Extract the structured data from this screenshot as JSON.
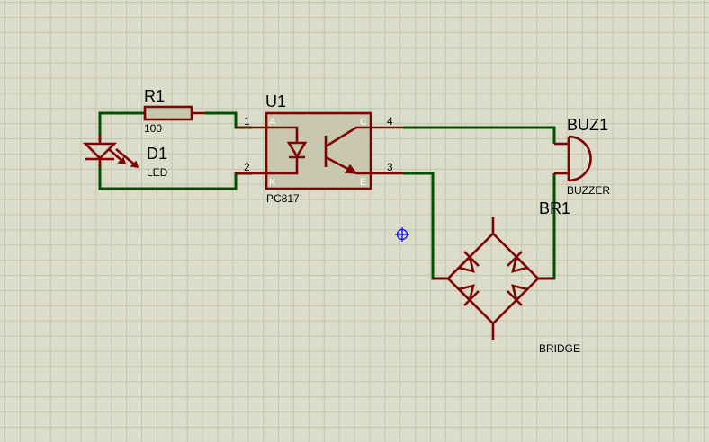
{
  "components": {
    "r1": {
      "ref": "R1",
      "value": "100"
    },
    "d1": {
      "ref": "D1",
      "value": "LED"
    },
    "u1": {
      "ref": "U1",
      "value": "PC817",
      "pins": {
        "p1": "1",
        "p2": "2",
        "p3": "3",
        "p4": "4"
      },
      "pin_names": {
        "a": "A",
        "k": "K",
        "c": "C",
        "e": "E"
      }
    },
    "buz1": {
      "ref": "BUZ1",
      "value": "BUZZER"
    },
    "br1": {
      "ref": "BR1",
      "value": "BRIDGE"
    }
  },
  "colors": {
    "sheet_background": "#dcdcca",
    "grid": "#c4c4b0",
    "wire": "#005000",
    "component": "#800000",
    "component_body": "#c8c8b0",
    "cursor": "#0000ff"
  }
}
